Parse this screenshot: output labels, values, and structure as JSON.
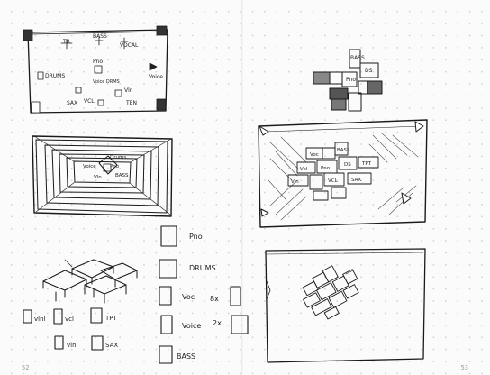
{
  "pages": {
    "left_number": "52",
    "right_number": "53"
  },
  "sketch1": {
    "labels": {
      "tr": "TR",
      "bass": "BASS",
      "vocal": "VOCAL",
      "drums": "DRUMS",
      "piano": "Pno",
      "bass_top": "BASS",
      "voice_drums": "Voice DRMS",
      "vln": "Vln",
      "voice": "Voice",
      "sax": "SAX",
      "vcl": "VCL",
      "ten": "TEN"
    }
  },
  "sketch2": {
    "labels": [
      "Drums",
      "Voice",
      "Pno",
      "BASS",
      "Vln"
    ]
  },
  "sketch3": {
    "labels": [
      "BASS",
      "Pno",
      "DS"
    ]
  },
  "sketch4": {
    "labels": [
      "Voc",
      "BASS",
      "Vcl",
      "Pno",
      "DS",
      "TPT",
      "Vln",
      "VCL",
      "SAX"
    ]
  },
  "legend_left": {
    "items": [
      {
        "label": "vlnl"
      },
      {
        "label": "vcl"
      },
      {
        "label": "TPT"
      },
      {
        "label": "vln"
      },
      {
        "label": "SAX"
      }
    ]
  },
  "legend_center": {
    "items": [
      {
        "label": "Pno"
      },
      {
        "label": "DRUMS"
      },
      {
        "label": "Voc",
        "mult": "8x"
      },
      {
        "label": "Voice",
        "mult": "2x"
      },
      {
        "label": "BASS"
      }
    ]
  }
}
